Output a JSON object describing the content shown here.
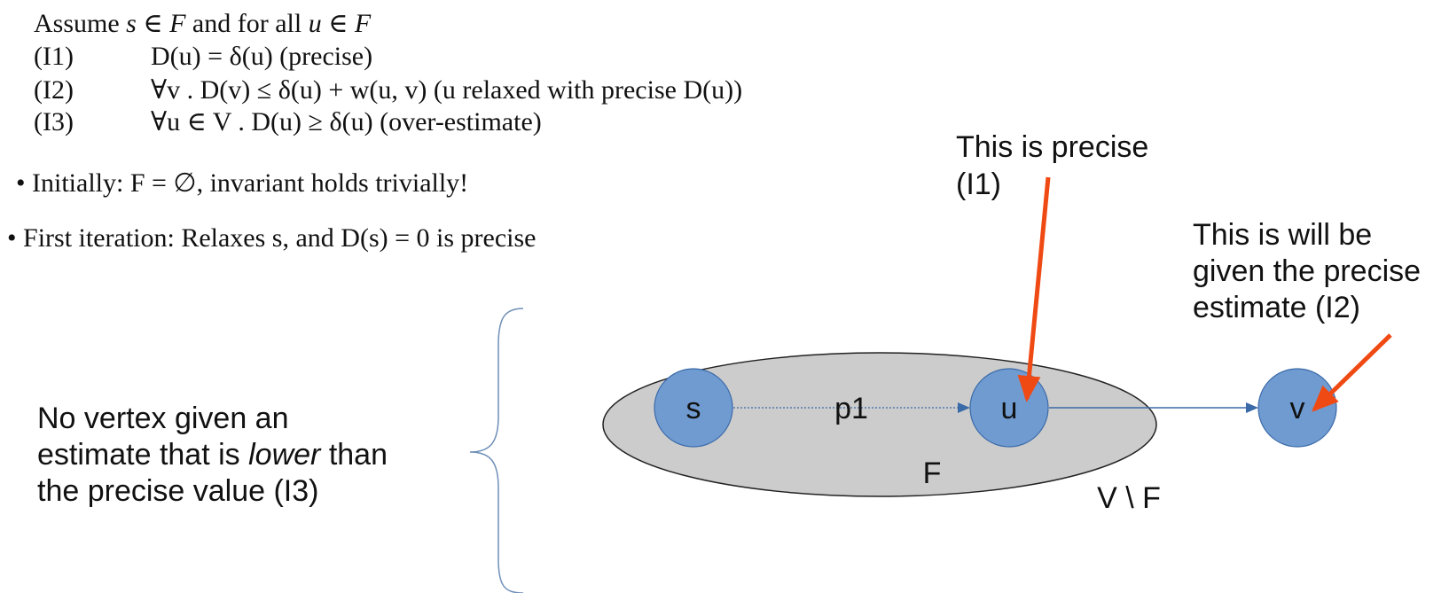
{
  "assume": {
    "prefix": "Assume",
    "s": "s",
    "in1": "∈",
    "F1": "F",
    "mid": "and for all",
    "u": "u",
    "in2": "∈",
    "F2": "F"
  },
  "invariants": [
    {
      "label": "(I1)",
      "text": "D(u) = δ(u) (precise)"
    },
    {
      "label": "(I2)",
      "text": "∀v . D(v) ≤ δ(u) + w(u, v) (u relaxed with precise D(u))"
    },
    {
      "label": "(I3)",
      "text": "∀u ∈ V . D(u) ≥ δ(u) (over-estimate)"
    }
  ],
  "bullets": [
    {
      "text": "Initially: F = ∅, invariant holds trivially!"
    },
    {
      "text": "First iteration: Relaxes s, and D(s) = 0 is precise"
    }
  ],
  "callouts": {
    "precise_line1": "This is precise",
    "precise_line2": "(I1)",
    "will_line1": "This is will be",
    "will_line2": "given the precise",
    "will_line3": "estimate (I2)"
  },
  "brace_note": {
    "line1": "No vertex given an",
    "line2_pre": "estimate that is",
    "line2_em": "lower",
    "line2_post": "than",
    "line3": "the precise value (I3)"
  },
  "diagram": {
    "nodes": [
      {
        "id": "s",
        "label": "s"
      },
      {
        "id": "u",
        "label": "u"
      },
      {
        "id": "v",
        "label": "v"
      }
    ],
    "path_label": "p1",
    "set_F": "F",
    "set_complement": "V \\ F",
    "colors": {
      "node_fill": "#6f9bd1",
      "node_stroke": "#3b6aa8",
      "set_fill": "#cccccc",
      "set_stroke": "#222222",
      "arrow": "#3b6aa8",
      "callout_arrow": "#f04a14",
      "brace": "#6f8fb8"
    }
  }
}
